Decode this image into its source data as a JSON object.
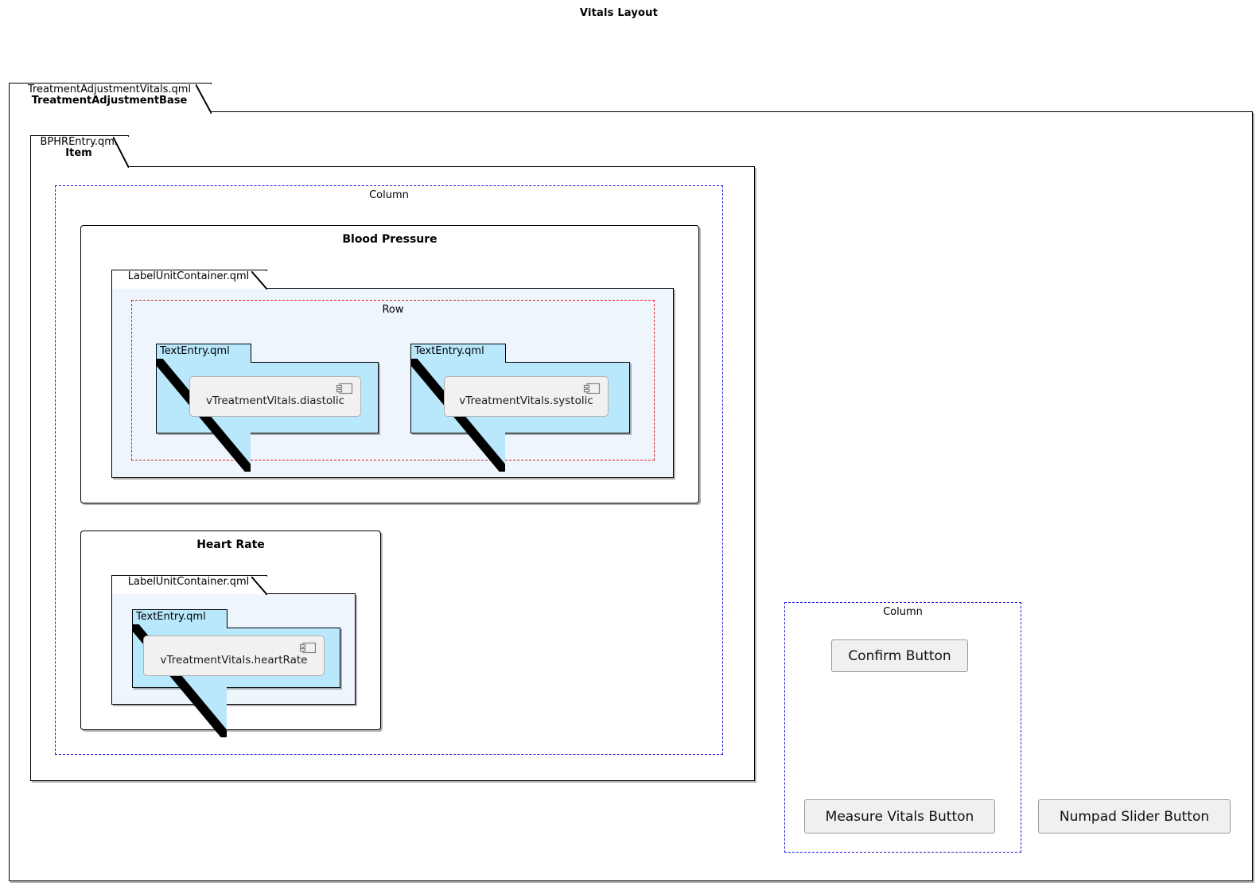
{
  "diagram": {
    "title": "Vitals Layout"
  },
  "outer_package": {
    "file_name": "TreatmentAdjustmentVitals.qml",
    "type_name": "TreatmentAdjustmentBase"
  },
  "bphr_package": {
    "file_name": "BPHREntry.qml",
    "type_name": "Item"
  },
  "layout_main_column": {
    "label": "Column"
  },
  "blood_pressure_group": {
    "title": "Blood Pressure",
    "container": {
      "file_name": "LabelUnitContainer.qml"
    },
    "row": {
      "label": "Row"
    },
    "entries": [
      {
        "file_name": "TextEntry.qml",
        "component_label": "vTreatmentVitals.diastolic",
        "icon": "component-icon"
      },
      {
        "file_name": "TextEntry.qml",
        "component_label": "vTreatmentVitals.systolic",
        "icon": "component-icon"
      }
    ]
  },
  "heart_rate_group": {
    "title": "Heart Rate",
    "container": {
      "file_name": "LabelUnitContainer.qml"
    },
    "entry": {
      "file_name": "TextEntry.qml",
      "component_label": "vTreatmentVitals.heartRate",
      "icon": "component-icon"
    }
  },
  "right_column": {
    "label": "Column",
    "confirm_button": "Confirm Button",
    "measure_button": "Measure Vitals Button"
  },
  "numpad_slider_button": {
    "label": "Numpad Slider Button"
  },
  "colors": {
    "column_dashed": "#1a1ae6",
    "row_dashed": "#e02020",
    "text_entry_fill": "#b9e7fb",
    "label_unit_fill": "#eef5fd",
    "component_fill": "#f2f1ef",
    "button_fill": "#f0f0f0",
    "frame_stroke": "#000000"
  }
}
